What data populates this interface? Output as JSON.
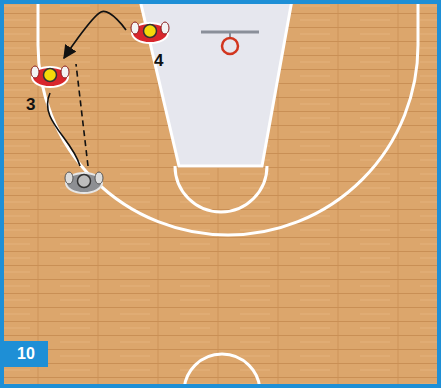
{
  "diagram": {
    "nodes": [
      {
        "text": [
          "4"
        ]
      },
      {
        "text": [
          "3"
        ]
      }
    ],
    "edges": [
      {
        "from": 0,
        "to": 1,
        "arrow": "to"
      }
    ],
    "labels": [
      "10"
    ]
  }
}
